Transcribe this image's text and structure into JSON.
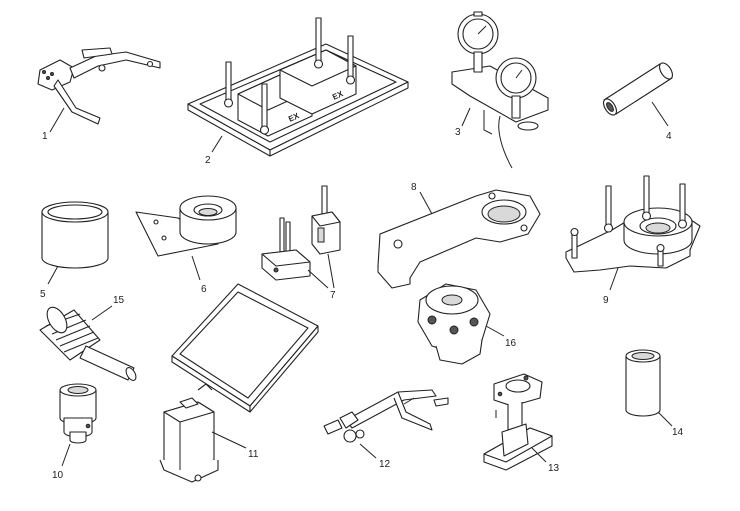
{
  "diagram": {
    "parts": [
      {
        "id": "part-1",
        "number": "1"
      },
      {
        "id": "part-2",
        "number": "2"
      },
      {
        "id": "part-3",
        "number": "3"
      },
      {
        "id": "part-4",
        "number": "4"
      },
      {
        "id": "part-5",
        "number": "5"
      },
      {
        "id": "part-6",
        "number": "6"
      },
      {
        "id": "part-7",
        "number": "7"
      },
      {
        "id": "part-8",
        "number": "8"
      },
      {
        "id": "part-9",
        "number": "9"
      },
      {
        "id": "part-10",
        "number": "10"
      },
      {
        "id": "part-11",
        "number": "11"
      },
      {
        "id": "part-12",
        "number": "12"
      },
      {
        "id": "part-13",
        "number": "13"
      },
      {
        "id": "part-14",
        "number": "14"
      },
      {
        "id": "part-15",
        "number": "15"
      },
      {
        "id": "part-16",
        "number": "16"
      }
    ],
    "block_markings": [
      "EX",
      "EX"
    ]
  }
}
